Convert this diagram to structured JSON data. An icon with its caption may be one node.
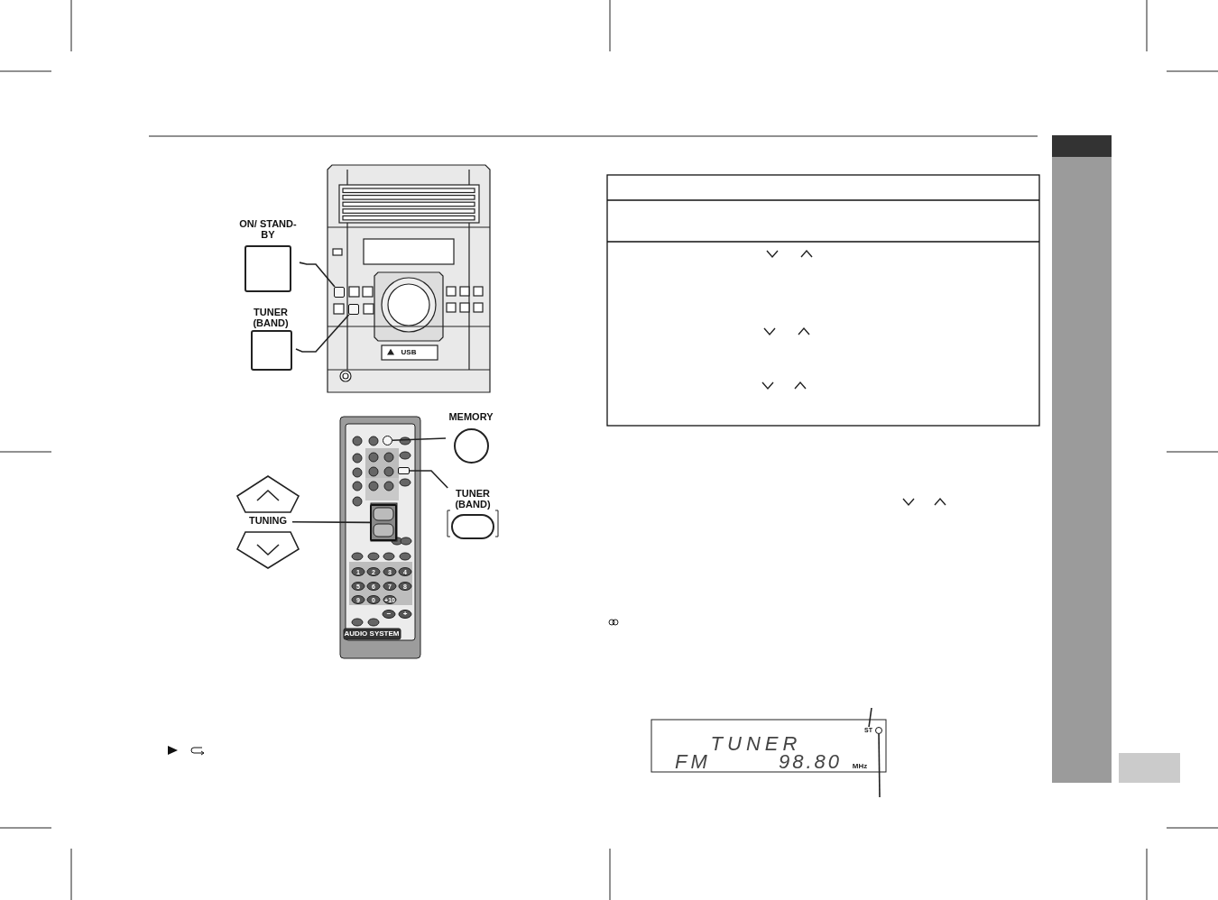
{
  "diagram": {
    "nodes": [
      {
        "text": [
          "ON/ STAND-BY"
        ]
      },
      {
        "text": [
          "TUNER (BAND)"
        ]
      },
      {
        "text": [],
        "shape": "box"
      },
      {
        "text": [],
        "shape": "box"
      },
      {
        "text": [
          "MEMORY"
        ]
      },
      {
        "text": [
          "TUNER (BAND)"
        ]
      },
      {
        "text": [
          "TUNING"
        ]
      },
      {
        "text": [],
        "shape": "circle"
      },
      {
        "text": [],
        "shape": "box"
      },
      {
        "text": [],
        "shape": "box"
      },
      {
        "text": [
          "ST"
        ]
      },
      {
        "text": [],
        "shape": "circle"
      }
    ],
    "edges": [
      {
        "from": 0,
        "to": 2,
        "arrow": "none"
      },
      {
        "from": 1,
        "to": 3,
        "arrow": "none"
      },
      {
        "from": 4,
        "to": 7,
        "arrow": "none"
      },
      {
        "from": 5,
        "to": 8,
        "arrow": "none"
      },
      {
        "from": 6,
        "to": 9,
        "arrow": "none"
      },
      {
        "from": null,
        "to": 10,
        "arrow": "none"
      },
      {
        "from": null,
        "to": 11,
        "arrow": "none"
      }
    ],
    "labels": [
      "USB",
      "1",
      "2",
      "3",
      "4",
      "5",
      "6",
      "7",
      "8",
      "9",
      "0",
      "+10",
      "−",
      "+",
      "AUDIO SYSTEM",
      "TUNER",
      "FM",
      "98.80",
      "MHz"
    ]
  }
}
